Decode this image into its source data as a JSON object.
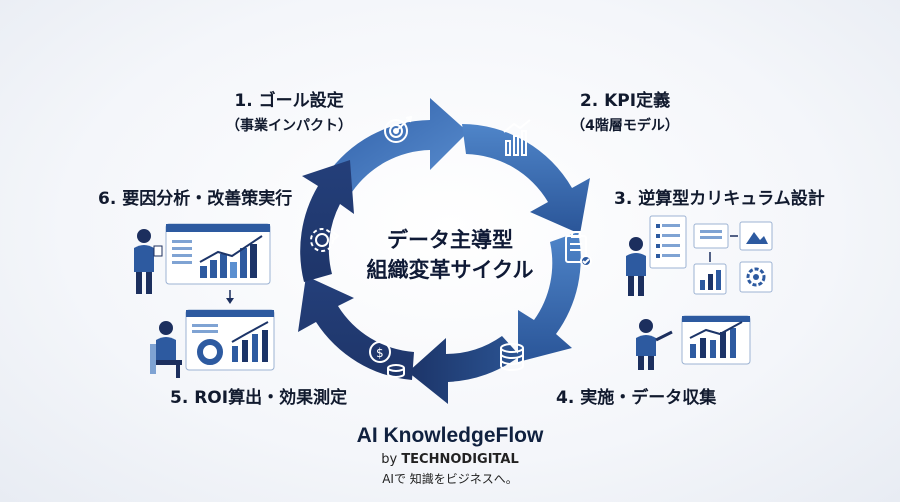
{
  "center": {
    "line1": "データ主導型",
    "line2": "組織変革サイクル"
  },
  "steps": [
    {
      "title": "1. ゴール設定",
      "sub": "（事業インパクト）"
    },
    {
      "title": "2. KPI定義",
      "sub": "（4階層モデル）"
    },
    {
      "title": "3. 逆算型カリキュラム設計"
    },
    {
      "title": "4. 実施・データ収集"
    },
    {
      "title": "5. ROI算出・効果測定"
    },
    {
      "title": "6. 要因分析・改善策実行"
    }
  ],
  "icons": [
    "target-icon",
    "bar-chart-icon",
    "clipboard-icon",
    "database-icon",
    "money-gear-icon",
    "settings-gear-icon"
  ],
  "footer": {
    "brand": "AI KnowledgeFlow",
    "by": "by",
    "company": "TECHNODIGITAL",
    "tagline": "AIで 知識をビジネスへ。"
  },
  "colors": {
    "dark": "#1c2f5e",
    "mid": "#2d5aa0",
    "light": "#4a7fc4",
    "accent": "#6a9bd8"
  }
}
